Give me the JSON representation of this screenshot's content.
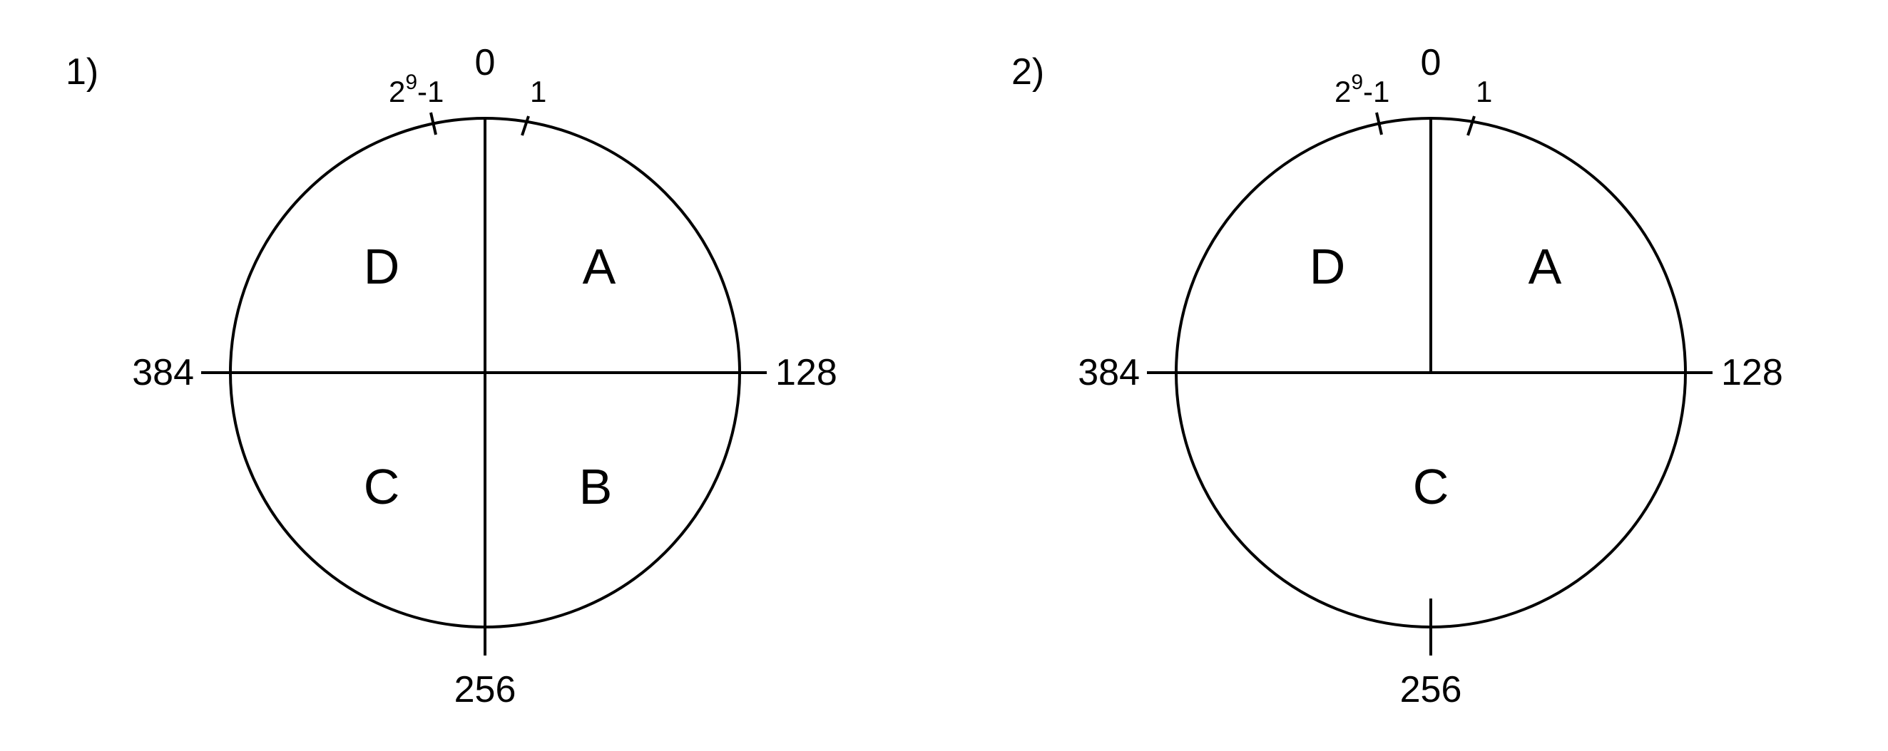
{
  "colors": {
    "ink": "#000000",
    "background": "#ffffff"
  },
  "diagrams": [
    {
      "id": "diagram-1",
      "caption": "1)",
      "tick_labels": {
        "top": "0",
        "right": "128",
        "bottom": "256",
        "left": "384",
        "near_top_right": "1",
        "near_top_left_base": "2",
        "near_top_left_exponent": "9",
        "near_top_left_suffix": "-1"
      },
      "regions": [
        "D",
        "A",
        "C",
        "B"
      ],
      "full_vertical_divider": true
    },
    {
      "id": "diagram-2",
      "caption": "2)",
      "tick_labels": {
        "top": "0",
        "right": "128",
        "bottom": "256",
        "left": "384",
        "near_top_right": "1",
        "near_top_left_base": "2",
        "near_top_left_exponent": "9",
        "near_top_left_suffix": "-1"
      },
      "regions": [
        "D",
        "A",
        "C"
      ],
      "full_vertical_divider": false
    }
  ]
}
